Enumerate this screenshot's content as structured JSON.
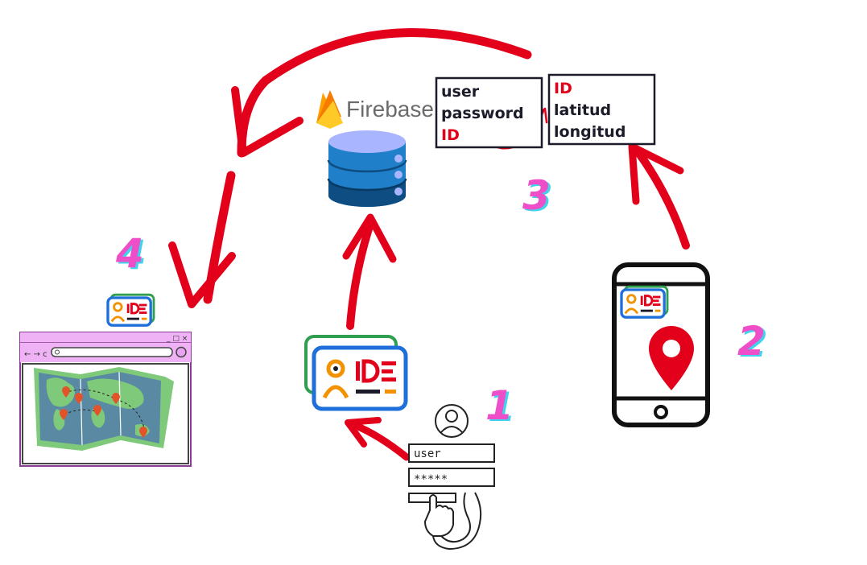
{
  "firebase": {
    "label": "Firebase"
  },
  "login_box": {
    "lines": [
      "user",
      "password",
      "ID"
    ]
  },
  "location_box": {
    "lines": [
      "ID",
      "latitud",
      "longitud"
    ]
  },
  "steps": [
    "1",
    "2",
    "3",
    "4"
  ],
  "login_form": {
    "user_value": "user",
    "password_value": "*****"
  },
  "id_card": {
    "label": "ID"
  },
  "colors": {
    "arrow": "#e2001a",
    "step": "#ee4fc8",
    "step_shadow": "#3fd3ee",
    "db_top": "#a9b6ff",
    "db_mid": "#1f7fc9",
    "db_dark": "#0d4d82",
    "browser_frame": "#efb3f5",
    "map_sea": "#5a8aa3",
    "map_land": "#7fc97a"
  },
  "icons": [
    "firebase-flame-icon",
    "database-icon",
    "id-card-icon",
    "user-avatar-icon",
    "hand-pointer-icon",
    "phone-icon",
    "location-pin-icon",
    "browser-window-icon",
    "world-map-icon"
  ]
}
